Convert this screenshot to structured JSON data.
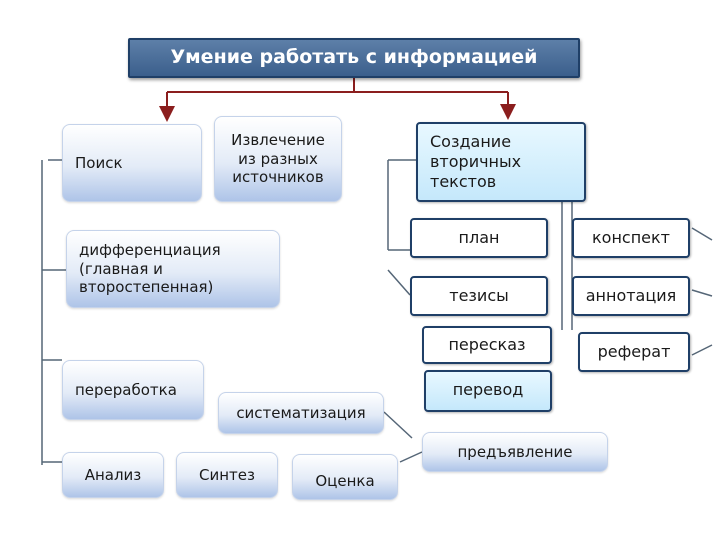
{
  "title": "Умение работать с информацией",
  "nodes": {
    "poisk": "Поиск",
    "izvlechenie": "Извлечение\nиз разных\nисточников",
    "sozdanie": "Создание\nвторичных\nтекстов",
    "differenciaciya": "дифференциация\n(главная и\nвторостепенная)",
    "plan": "план",
    "konspekt": "конспект",
    "tezisy": "тезисы",
    "annotaciya": "аннотация",
    "pereskaz": "пересказ",
    "referat": "реферат",
    "pererabotka": "переработка",
    "perevod": "перевод",
    "sistematizaciya": "систематизация",
    "predyavlenie": "предъявление",
    "analiz": "Анализ",
    "sintez": "Синтез",
    "ocenka": "Оценка"
  },
  "colors": {
    "title_fill": "#4a6e99",
    "arrow": "#8b1e1e",
    "box_border": "#1f3f67",
    "gradient_bottom": "#aec4e8",
    "light_fill": "#c5e8fb"
  }
}
